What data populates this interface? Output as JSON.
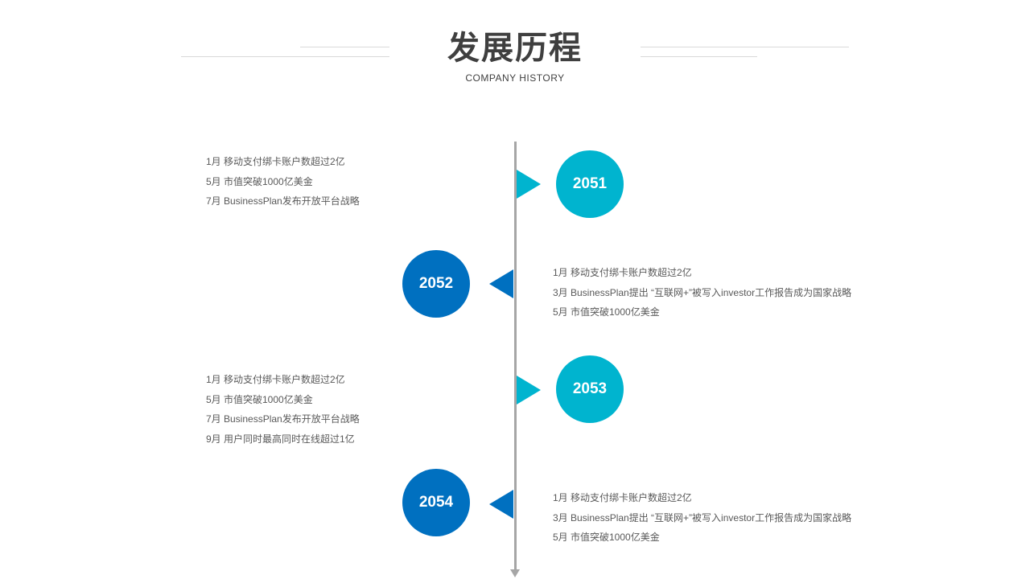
{
  "header": {
    "title": "发展历程",
    "subtitle": "COMPANY  HISTORY"
  },
  "colors": {
    "teal": "#00b4cf",
    "blue": "#0070c0",
    "axis": "#a6a6a6",
    "text": "#595959"
  },
  "timeline": [
    {
      "year": "2051",
      "items": [
        "1月  移动支付绑卡账户数超过2亿",
        "5月  市值突破1000亿美金",
        "7月  BusinessPlan发布开放平台战略"
      ]
    },
    {
      "year": "2052",
      "items": [
        "1月  移动支付绑卡账户数超过2亿",
        "3月  BusinessPlan提出 “互联网+”被写入investor工作报告成为国家战略",
        "5月  市值突破1000亿美金"
      ]
    },
    {
      "year": "2053",
      "items": [
        "1月  移动支付绑卡账户数超过2亿",
        "5月  市值突破1000亿美金",
        "7月  BusinessPlan发布开放平台战略",
        "9月  用户同时最高同时在线超过1亿"
      ]
    },
    {
      "year": "2054",
      "items": [
        "1月  移动支付绑卡账户数超过2亿",
        "3月  BusinessPlan提出 “互联网+”被写入investor工作报告成为国家战略",
        "5月  市值突破1000亿美金"
      ]
    }
  ]
}
